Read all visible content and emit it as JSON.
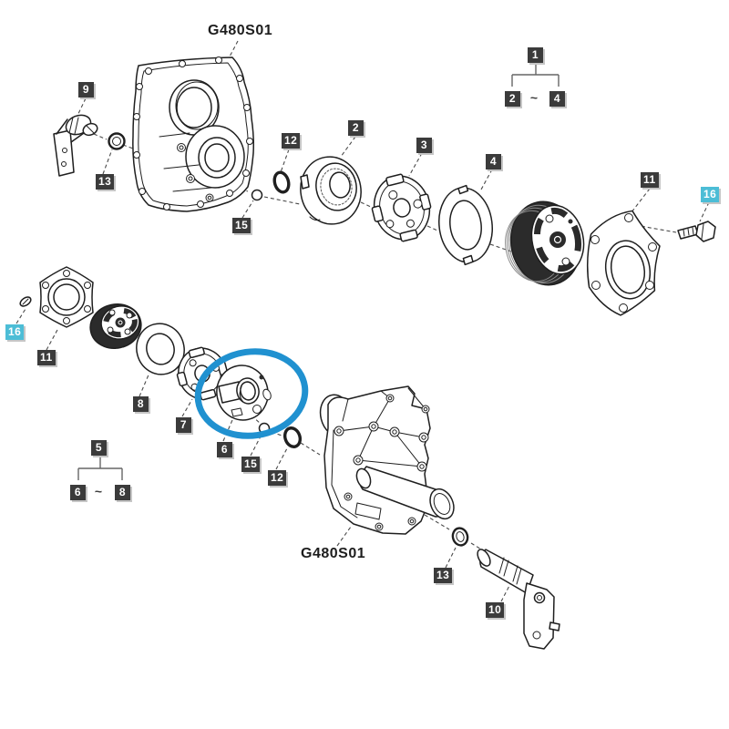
{
  "labels": {
    "g480_top": "G480S01",
    "g480_bottom": "G480S01"
  },
  "callouts": {
    "n9": "9",
    "n13_top": "13",
    "n12_top": "12",
    "n15_top": "15",
    "n2_top": "2",
    "n3_top": "3",
    "n4_top": "4",
    "n1": "1",
    "n2_range": "2",
    "tilde_1": "~",
    "n4_range": "4",
    "n11_top": "11",
    "n16_top": "16",
    "n16_left": "16",
    "n11_left": "11",
    "n8_mid": "8",
    "n7_mid": "7",
    "n5": "5",
    "n6_range": "6",
    "tilde_5": "~",
    "n8_range": "8",
    "n6_mid": "6",
    "n15_mid": "15",
    "n12_mid": "12",
    "n13_bottom": "13",
    "n10_bottom": "10"
  },
  "theme": {
    "callout-bg": "#3b3b3b",
    "callout-fg": "#ffffff",
    "callout-cyan": "#4cbdd6",
    "ring": "#2091d0"
  }
}
